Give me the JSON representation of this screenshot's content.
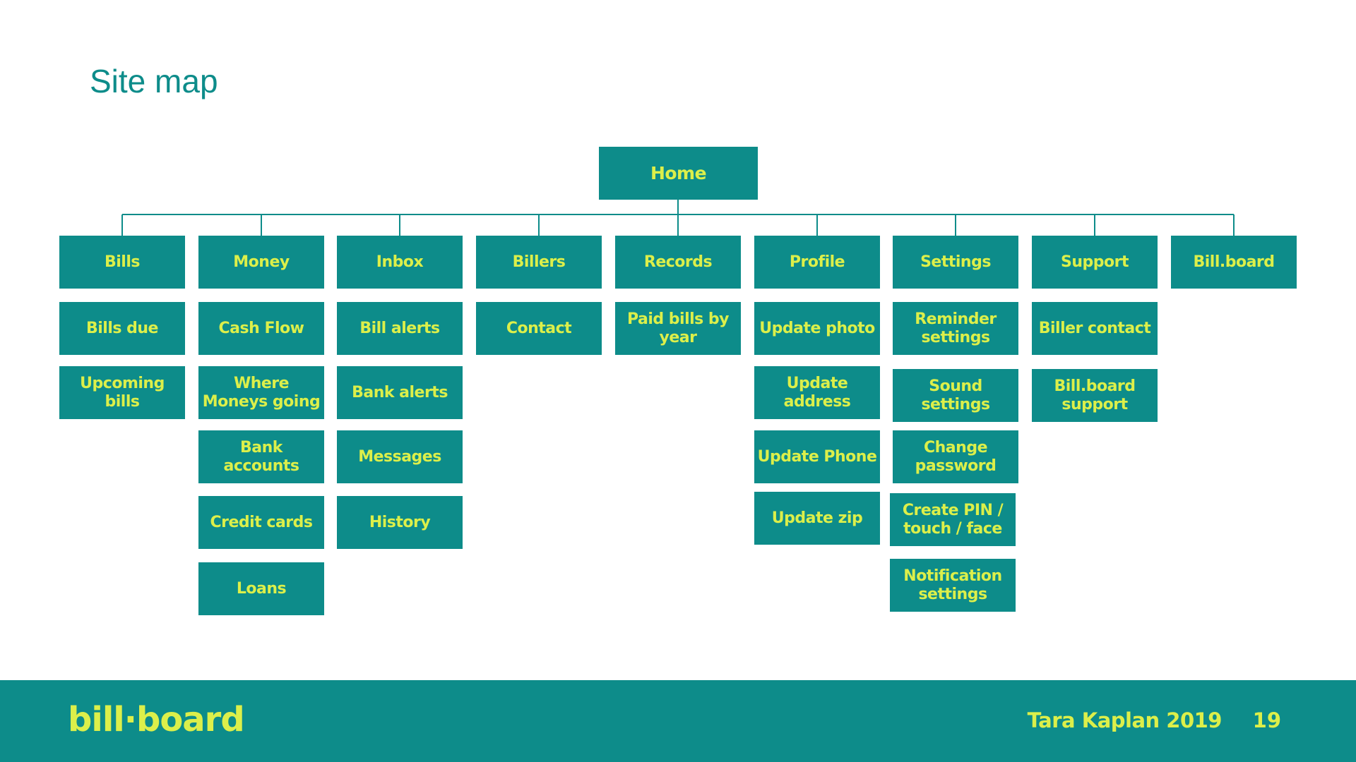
{
  "title": "Site map",
  "colors": {
    "teal": "#0d8c8a",
    "yellow": "#dcef4a"
  },
  "home": "Home",
  "columns": [
    {
      "label": "Bills",
      "children": [
        "Bills due",
        "Upcoming bills"
      ]
    },
    {
      "label": "Money",
      "children": [
        "Cash Flow",
        "Where Moneys going",
        "Bank accounts",
        "Credit cards",
        "Loans"
      ]
    },
    {
      "label": "Inbox",
      "children": [
        "Bill alerts",
        "Bank alerts",
        "Messages",
        "History"
      ]
    },
    {
      "label": "Billers",
      "children": [
        "Contact"
      ]
    },
    {
      "label": "Records",
      "children": [
        "Paid bills by year"
      ]
    },
    {
      "label": "Profile",
      "children": [
        "Update photo",
        "Update address",
        "Update Phone",
        "Update zip"
      ]
    },
    {
      "label": "Settings",
      "children": [
        "Reminder settings",
        "Sound settings",
        "Change password",
        "Create PIN / touch / face",
        "Notification settings"
      ]
    },
    {
      "label": "Support",
      "children": [
        "Biller contact",
        "Bill.board support"
      ]
    },
    {
      "label": "Bill.board",
      "children": []
    }
  ],
  "footer": {
    "logo": "bill·board",
    "author": "Tara Kaplan 2019",
    "page": "19"
  }
}
